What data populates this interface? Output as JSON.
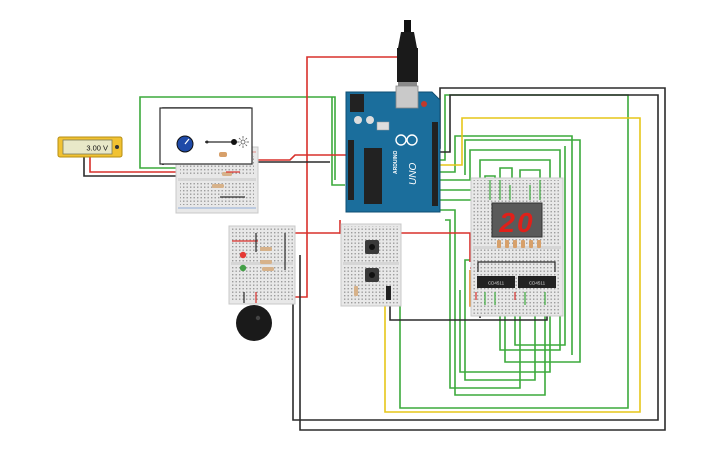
{
  "app": {
    "title": ""
  },
  "multimeter": {
    "reading": "3.00 V"
  },
  "arduino": {
    "brand": "ARDUINO",
    "model": "UNO"
  },
  "display": {
    "digits": "20"
  },
  "ics": [
    {
      "label": "CD4511"
    },
    {
      "label": "CD4511"
    }
  ],
  "colors": {
    "wire_green": "#3caa3c",
    "wire_red": "#d9302b",
    "wire_black": "#2b2b2b",
    "wire_yellow": "#e6c619",
    "wire_orange": "#e88a2a",
    "arduino_blue": "#1b6e9c",
    "breadboard": "#e8e8e8",
    "segment_red": "#e0201a",
    "multimeter_body": "#f1c232"
  }
}
